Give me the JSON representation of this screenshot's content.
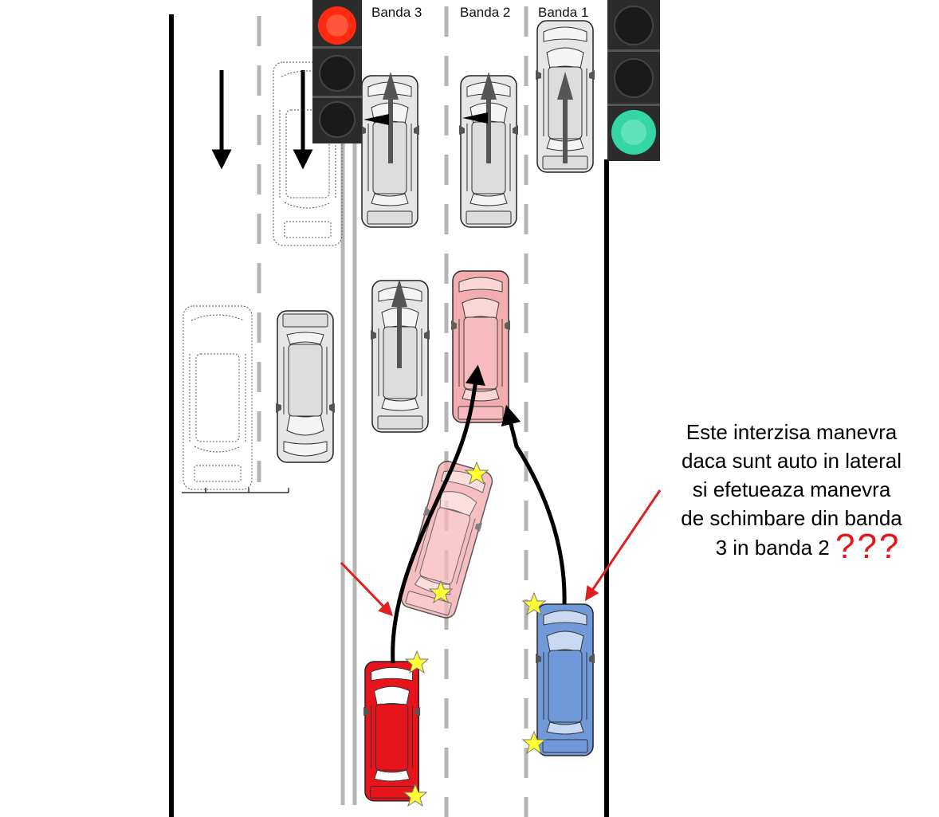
{
  "lanes": {
    "lane3": "Banda 3",
    "lane2": "Banda 2",
    "lane1": "Banda 1"
  },
  "note": {
    "line1": "Este interzisa manevra",
    "line2": "daca sunt auto in lateral",
    "line3": "si efetueaza manevra",
    "line4": "de schimbare din banda",
    "line5": "3 in banda 2",
    "marks": "???"
  },
  "colors": {
    "red_car": "#e8141b",
    "red_car_ghost": "#f4a9ab",
    "blue_car": "#6f99d8",
    "gray_car": "#e6e6e6",
    "arrow_red": "#e02020",
    "collision_star": "#ffff33",
    "light_red": "#ff2a10",
    "light_green": "#35d6a6"
  },
  "traffic_lights": {
    "left": {
      "active": "red"
    },
    "right": {
      "active": "green"
    }
  },
  "icons": {
    "car": "car-top-view-icon",
    "star": "collision-star-icon",
    "traffic_light": "traffic-light-icon",
    "arrow": "direction-arrow-icon"
  }
}
